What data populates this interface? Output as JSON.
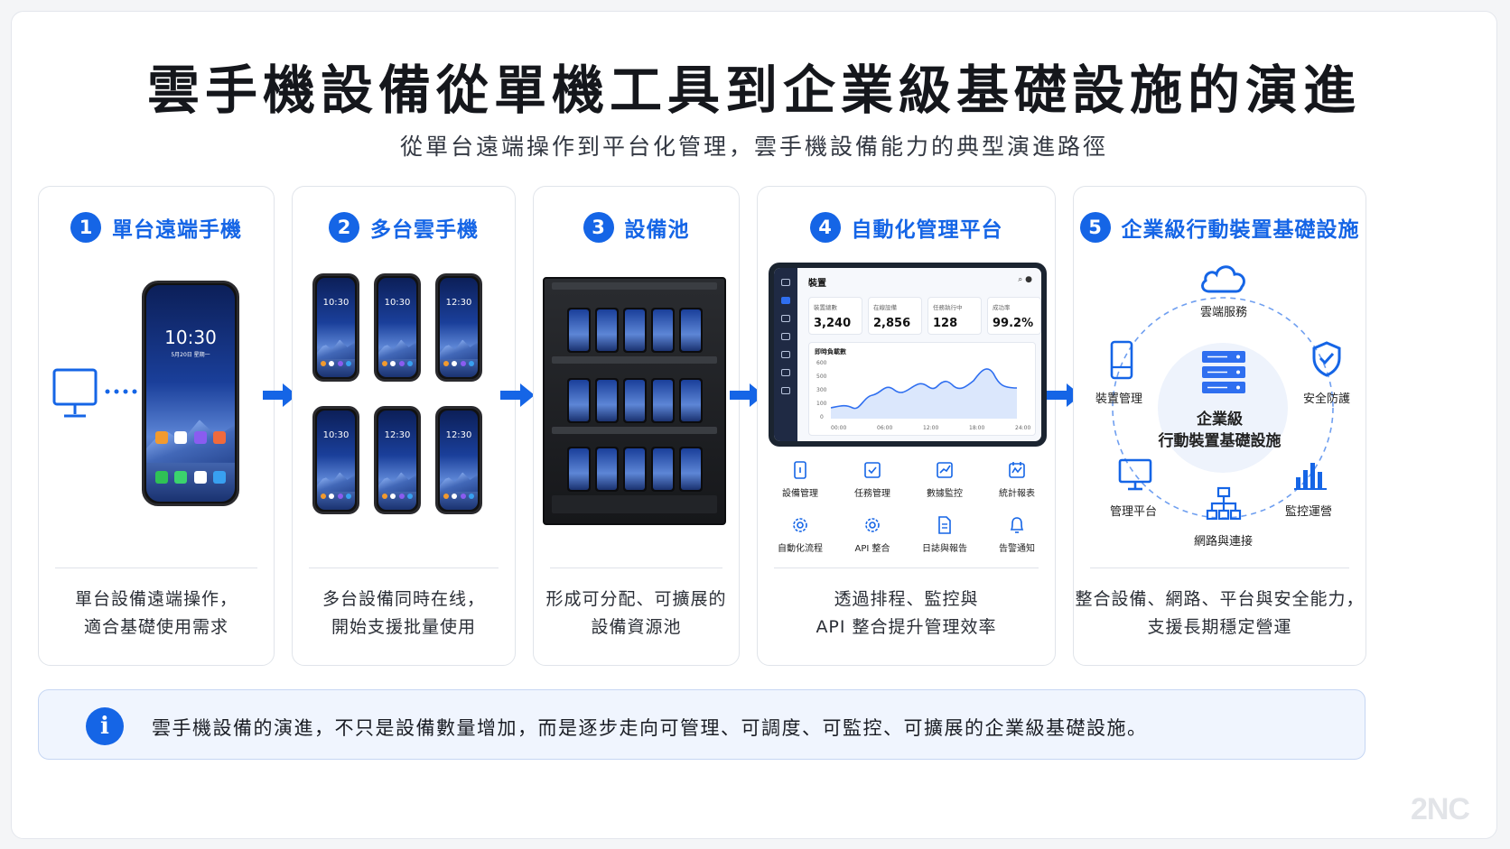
{
  "title": "雲手機設備從單機工具到企業級基礎設施的演進",
  "subtitle": "從單台遠端操作到平台化管理，雲手機設備能力的典型演進路徑",
  "stages": [
    {
      "num": "1",
      "title": "單台遠端手機",
      "desc_line1": "單台設備遠端操作，",
      "desc_line2": "適合基礎使用需求"
    },
    {
      "num": "2",
      "title": "多台雲手機",
      "desc_line1": "多台設備同時在线，",
      "desc_line2": "開始支援批量使用"
    },
    {
      "num": "3",
      "title": "設備池",
      "desc_line1": "形成可分配、可擴展的",
      "desc_line2": "設備資源池"
    },
    {
      "num": "4",
      "title": "自動化管理平台",
      "desc_line1": "透過排程、監控與",
      "desc_line2": "API 整合提升管理效率"
    },
    {
      "num": "5",
      "title": "企業級行動裝置基礎設施",
      "desc_line1": "整合設備、網路、平台與安全能力，",
      "desc_line2": "支援長期穩定營運"
    }
  ],
  "phone_single": {
    "time": "10:30",
    "date": "5月20日 星期一"
  },
  "phone_grid_times": [
    "10:30",
    "10:30",
    "12:30",
    "10:30",
    "12:30",
    "12:30"
  ],
  "dashboard": {
    "header": "裝置",
    "stats": [
      {
        "label": "裝置總數",
        "value": "3,240"
      },
      {
        "label": "在線設備",
        "value": "2,856"
      },
      {
        "label": "任務執行中",
        "value": "128"
      },
      {
        "label": "成功率",
        "value": "99.2%"
      }
    ],
    "chart_title": "即時負載數",
    "chart_yticks": [
      "600",
      "500",
      "300",
      "100",
      "0"
    ],
    "chart_xticks": [
      "00:00",
      "06:00",
      "12:00",
      "18:00",
      "24:00"
    ],
    "features": [
      "設備管理",
      "任務管理",
      "數據監控",
      "統計報表",
      "自動化流程",
      "API 整合",
      "日誌與報告",
      "告警通知"
    ]
  },
  "infra": {
    "center_line1": "企業級",
    "center_line2": "行動裝置基礎設施",
    "nodes": [
      "雲端服務",
      "安全防護",
      "監控運營",
      "網路與連接",
      "管理平台",
      "裝置管理"
    ]
  },
  "banner_text": "雲手機設備的演進，不只是設備數量增加，而是逐步走向可管理、可調度、可監控、可擴展的企業級基礎設施。",
  "watermark": "2NC",
  "colors": {
    "accent": "#1565e6",
    "banner_bg": "#f0f5fe"
  }
}
